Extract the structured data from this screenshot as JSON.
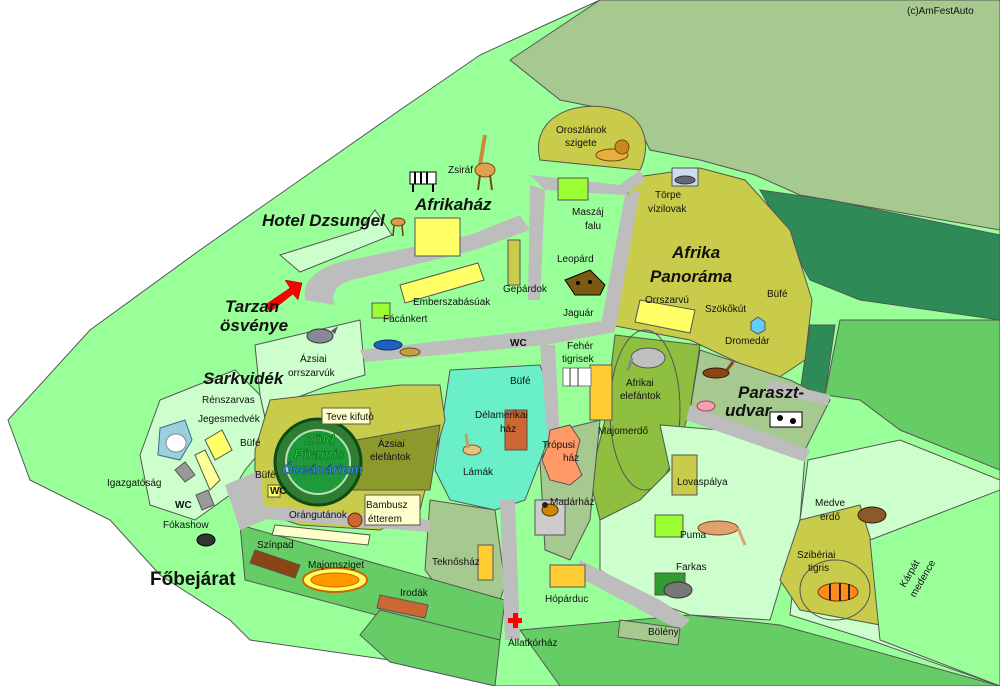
{
  "copyright": "(c)AmFestAuto",
  "labels": {
    "hotel": "Hotel Dzsungel",
    "tarzan1": "Tarzan",
    "tarzan2": "ösvénye",
    "afrikahaz": "Afrikaház",
    "zsiraf": "Zsiráf",
    "oroszlanok1": "Oroszlánok",
    "oroszlanok2": "szigete",
    "torpe1": "Törpe",
    "torpe2": "vízilovak",
    "afrika1": "Afrika",
    "afrika2": "Panoráma",
    "buffe_afrika": "Büfé",
    "orrszarvu": "Orrszarvú",
    "szokokut": "Szökőkút",
    "dromedar": "Dromedár",
    "masszaj1": "Maszáj",
    "masszaj2": "falu",
    "leopard": "Leopárd",
    "gepardok": "Gepárdok",
    "emberszabasuak": "Emberszabásúak",
    "facankert": "Fácánkert",
    "jaguar": "Jaguár",
    "azsiai_orr1": "Ázsiai",
    "azsiai_orr2": "orrszarvúk",
    "wc_center": "WC",
    "feher1": "Fehér",
    "feher2": "tigrisek",
    "afrikai1": "Afrikai",
    "afrikai2": "elefántok",
    "paraszt1": "Paraszt-",
    "paraszt2": "udvar",
    "sarkvidek": "Sarkvidék",
    "renszarvas": "Rénszarvas",
    "jegesmedvek": "Jegesmedvék",
    "bufe_sark": "Büfé",
    "bufe_lake": "Büfé",
    "teve": "Teve kifutó",
    "zold": "Zöld",
    "piramis": "Piramis",
    "oceanarium": "Óceánárium",
    "azsiai_ele1": "Ázsiai",
    "azsiai_ele2": "elefántok",
    "delamerikai1": "Délamerikai",
    "delamerikai2": "ház",
    "lamak": "Lámák",
    "majomerdo": "Majomerdő",
    "tropusi1": "Trópusi",
    "tropusi2": "ház",
    "bufe_left": "Büfé",
    "wc_left": "WC",
    "igazgatosag": "Igazgatóság",
    "wc_low": "WC",
    "fokashow": "Fókashow",
    "orangutanok": "Orángutánok",
    "bambusz1": "Bambusz",
    "bambusz2": "étterem",
    "madarhaz": "Madárház",
    "lovaspalya": "Lovaspálya",
    "medve1": "Medve",
    "medve2": "erdő",
    "puma": "Puma",
    "farkas": "Farkas",
    "szibériai1": "Szibériai",
    "szibériai2": "tigris",
    "karpat1": "Kárpát",
    "karpat2": "medence",
    "szinpad": "Színpad",
    "majomsziget": "Majomsziget",
    "irodak": "Irodák",
    "teknoshaz": "Teknősház",
    "hoparduc": "Hópárduc",
    "bolony": "Bölény",
    "allatkorhaz": "Állatkórház",
    "fobejarat": "Főbejárat"
  },
  "colors": {
    "light_green": "#99ff99",
    "mid_green": "#66cc66",
    "sage": "#a6c98f",
    "olive": "#c9cc4a",
    "dark_olive": "#8b9a2a",
    "forest": "#2e8b57",
    "teal": "#6af0c8",
    "pale_green": "#ccffcc",
    "yellow": "#ffff66",
    "gray_road": "#bdbdbd",
    "entrance_arrow": "#ff0000"
  },
  "icons": [
    "zebra-icon",
    "giraffe-icon",
    "gazelle-icon",
    "lion-icon",
    "hippo-icon",
    "leopard-icon",
    "rhino-icon",
    "peacock-icon",
    "white-tiger-icon",
    "elephant-icon",
    "horse-icon",
    "pig-icon",
    "cow-icon",
    "polar-bear-icon",
    "llama-icon",
    "bird-icon",
    "orangutan-icon",
    "seal-icon",
    "cougar-icon",
    "wolf-icon",
    "brown-bear-icon",
    "tiger-icon",
    "red-cross-icon",
    "entrance-arrow-icon"
  ]
}
